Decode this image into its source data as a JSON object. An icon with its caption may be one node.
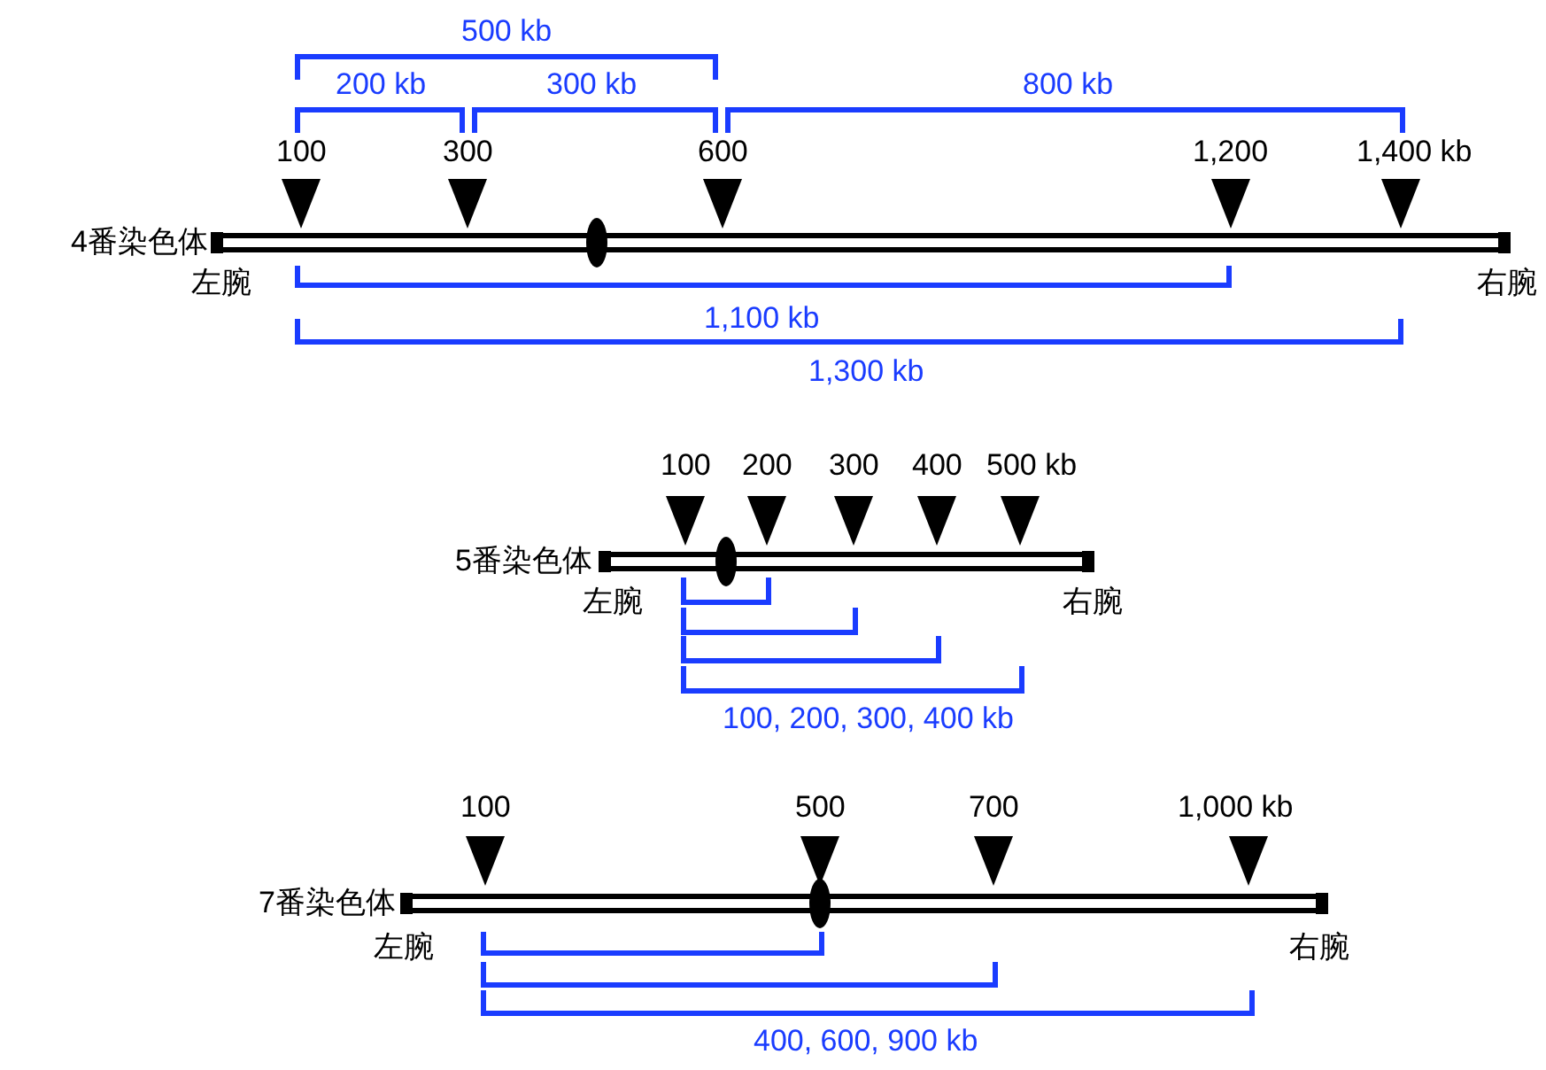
{
  "diagram": {
    "labels": [
      "500 kb",
      "200 kb",
      "300 kb",
      "800 kb",
      "100",
      "300",
      "600",
      "1,200",
      "1,400 kb",
      "4番染色体",
      "左腕",
      "右腕",
      "1,100 kb",
      "1,300 kb",
      "100",
      "200",
      "300",
      "400",
      "500 kb",
      "5番染色体",
      "左腕",
      "右腕",
      "100, 200, 300, 400 kb",
      "100",
      "500",
      "700",
      "1,000 kb",
      "7番染色体",
      "左腕",
      "右腕",
      "400, 600, 900 kb"
    ]
  }
}
